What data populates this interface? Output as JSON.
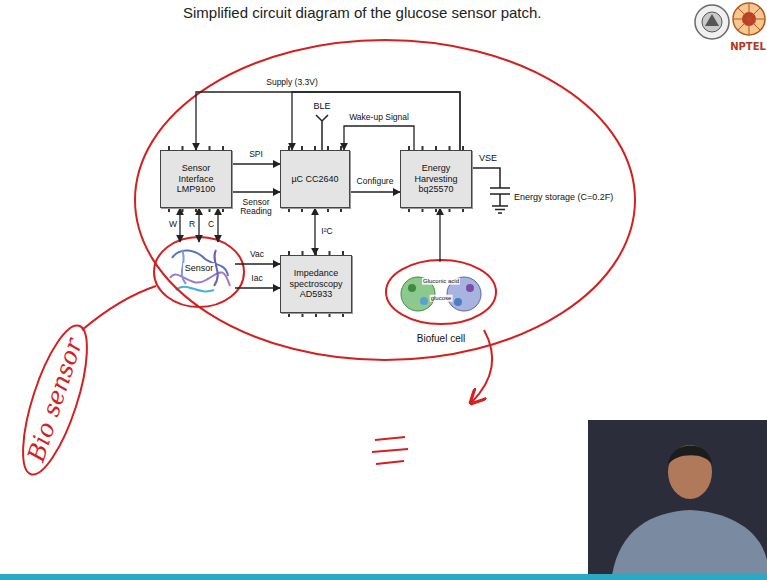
{
  "diagram": {
    "title": "Simplified circuit diagram of the glucose sensor patch.",
    "nodes": [
      {
        "text": [
          "Sensor Interface LMP9100"
        ]
      },
      {
        "text": [
          "µC CC2640"
        ]
      },
      {
        "text": [
          "Energy Harvesting bq25570"
        ]
      },
      {
        "text": [
          "Sensor"
        ]
      },
      {
        "text": [
          "Impedance spectroscopy AD5933"
        ]
      },
      {
        "text": [
          "Biofuel cell"
        ]
      }
    ],
    "edges": [
      {
        "from": 0,
        "to": 1,
        "label": "SPI",
        "arrow": "to"
      },
      {
        "from": 0,
        "to": 1,
        "label": "Sensor Reading",
        "arrow": "to"
      },
      {
        "from": 1,
        "to": 2,
        "label": "Configure",
        "arrow": "to"
      },
      {
        "from": 2,
        "to": 1,
        "label": "Wake-up Signal",
        "arrow": "to"
      },
      {
        "from": 2,
        "to": 0,
        "label": "Supply (3.3V)",
        "arrow": "to"
      },
      {
        "from": 2,
        "to": 1,
        "arrow": "to"
      },
      {
        "from": 1,
        "to": 4,
        "label": "I²C",
        "arrow": "both"
      },
      {
        "from": 3,
        "to": 0,
        "label": "W",
        "arrow": "both"
      },
      {
        "from": 3,
        "to": 0,
        "label": "R",
        "arrow": "both"
      },
      {
        "from": 3,
        "to": 0,
        "label": "C",
        "arrow": "both"
      },
      {
        "from": 3,
        "to": 4,
        "label": "Vac",
        "arrow": "to"
      },
      {
        "from": 3,
        "to": 4,
        "label": "Iac",
        "arrow": "to"
      },
      {
        "from": 5,
        "to": 2,
        "arrow": "to"
      }
    ],
    "labels": [
      "BLE",
      "VSE",
      "Energy storage (C=0.2F)",
      "Gluconic acid",
      "glucose",
      "Bio sensor",
      "NPTEL"
    ]
  }
}
